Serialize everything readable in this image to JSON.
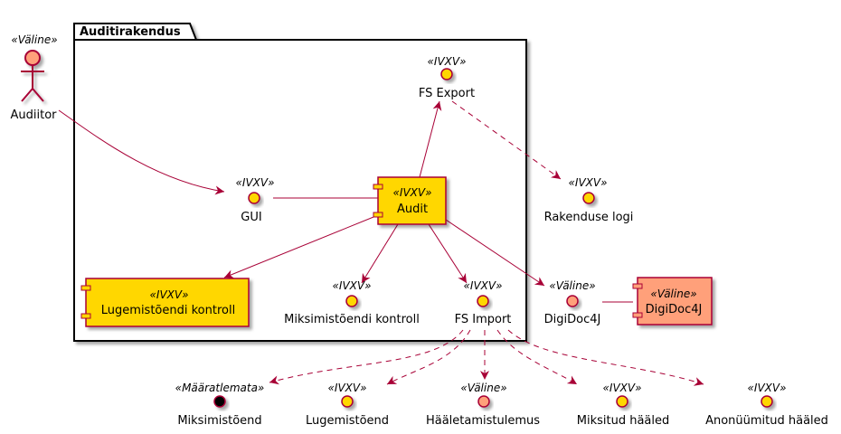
{
  "package": {
    "title": "Auditirakendus"
  },
  "actor": {
    "stereotype": "«Väline»",
    "label": "Audiitor"
  },
  "components": {
    "audit": {
      "stereotype": "«IVXV»",
      "label": "Audit"
    },
    "lugemistoendi_kontroll": {
      "stereotype": "«IVXV»",
      "label": "Lugemistõendi kontroll"
    },
    "digidoc4j": {
      "stereotype": "«Väline»",
      "label": "DigiDoc4J"
    }
  },
  "interfaces": {
    "fs_export": {
      "stereotype": "«IVXV»",
      "label": "FS Export"
    },
    "gui": {
      "stereotype": "«IVXV»",
      "label": "GUI"
    },
    "miksimistoendi_kontroll": {
      "stereotype": "«IVXV»",
      "label": "Miksimistõendi kontroll"
    },
    "fs_import": {
      "stereotype": "«IVXV»",
      "label": "FS Import"
    },
    "rakenduse_logi": {
      "stereotype": "«IVXV»",
      "label": "Rakenduse logi"
    },
    "digidoc4j_if": {
      "stereotype": "«Väline»",
      "label": "DigiDoc4J"
    },
    "miksimistoend": {
      "stereotype": "«Määratlemata»",
      "label": "Miksimistõend"
    },
    "lugemistoend": {
      "stereotype": "«IVXV»",
      "label": "Lugemistõend"
    },
    "haaletamistulemus": {
      "stereotype": "«Väline»",
      "label": "Hääletamistulemus"
    },
    "miksitud_haaled": {
      "stereotype": "«IVXV»",
      "label": "Miksitud hääled"
    },
    "anonuumitud_haaled": {
      "stereotype": "«IVXV»",
      "label": "Anonüümitud hääled"
    }
  },
  "colors": {
    "ivxv_fill": "#FFD700",
    "external_fill": "#FFA07A",
    "undefined_fill": "#000000",
    "border": "#A80036",
    "edge": "#A80036"
  }
}
